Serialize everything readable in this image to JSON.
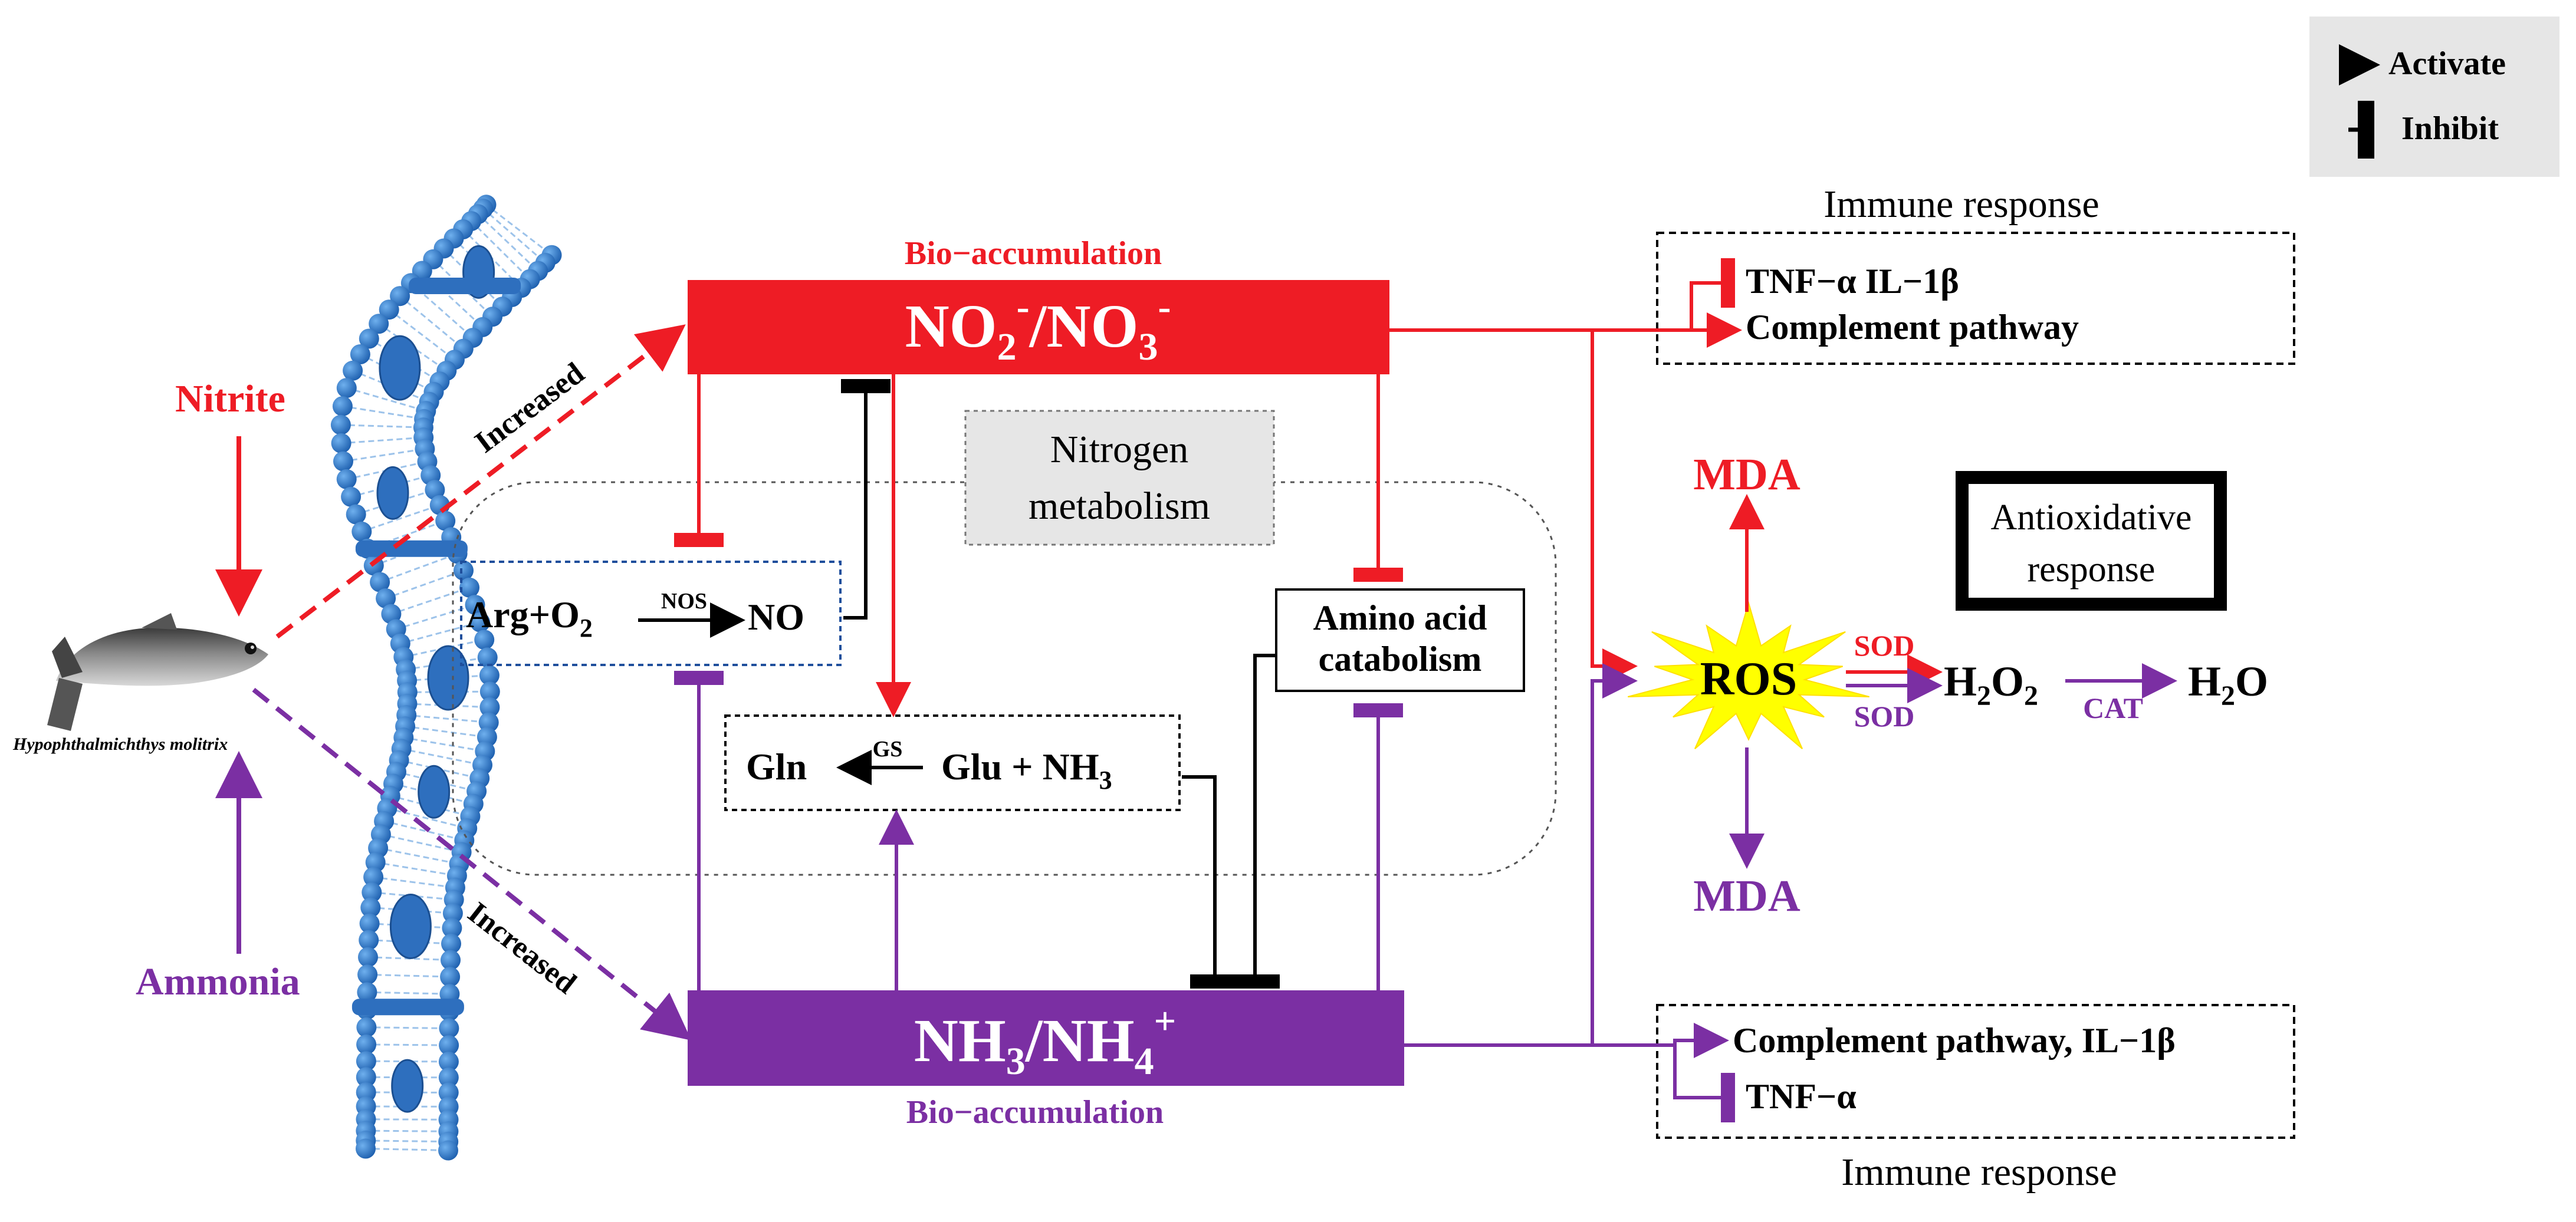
{
  "legend": {
    "activate": "Activate",
    "inhibit": "Inhibit"
  },
  "colors": {
    "red": "#ee1c25",
    "purple": "#7b2fa3",
    "black": "#000000",
    "blue": "#1f6fc4",
    "ros_star": "#ffff00",
    "gray_box": "#e6e6e6"
  },
  "membrane": {
    "icon": "lipid-bilayer-membrane"
  },
  "fish": {
    "species": "Hypophthalmichthys molitrix",
    "icon": "silver-carp-fish"
  },
  "inputs": {
    "nitrite": "Nitrite",
    "ammonia": "Ammonia",
    "increased_top": "Increased",
    "increased_bottom": "Increased"
  },
  "nitrogen_metabolism": {
    "line1": "Nitrogen",
    "line2": "metabolism"
  },
  "no2_box": {
    "label_top": "Bio−accumulation",
    "main": "NO",
    "sub1": "2",
    "sup1": "-",
    "slash": "/NO",
    "sub2": "3",
    "sup2": "-"
  },
  "nh3_box": {
    "label_bottom": "Bio−accumulation",
    "main": "NH",
    "sub1": "3",
    "slash": "/NH",
    "sub2": "4",
    "sup2": "+"
  },
  "arg_box": {
    "arg": "Arg+O",
    "sub": "2",
    "enzyme": "NOS",
    "product": "NO"
  },
  "gln_box": {
    "gln": "Gln",
    "enzyme": "GS",
    "glu": "Glu + NH",
    "sub": "3"
  },
  "amino_box": {
    "line1": "Amino acid",
    "line2": "catabolism"
  },
  "immune_top": {
    "title": "Immune response",
    "line1": "TNF−α  IL−1β",
    "line2": "Complement pathway"
  },
  "immune_bottom": {
    "title": "Immune response",
    "line1": "Complement pathway, ",
    "line1b": "IL−1β",
    "line2": "TNF−α"
  },
  "ros": {
    "label": "ROS",
    "mda_top": "MDA",
    "mda_bottom": "MDA",
    "sod_red": "SOD",
    "sod_purple": "SOD",
    "h2o2": "H",
    "h2o2_sub": "2",
    "h2o2_o": "O",
    "h2o2_sub2": "2",
    "cat": "CAT",
    "h2o": "H",
    "h2o_sub": "2",
    "h2o_o": "O"
  },
  "antioxidative": {
    "line1": "Antioxidative",
    "line2": "response"
  }
}
